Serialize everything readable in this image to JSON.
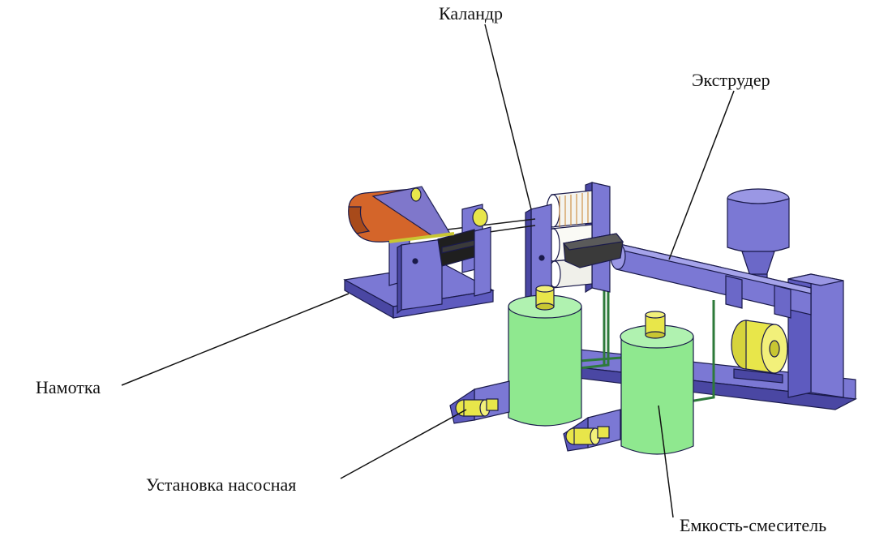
{
  "labels": {
    "calender": "Каландр",
    "extruder": "Экструдер",
    "winding": "Намотка",
    "pump_unit": "Установка насосная",
    "mixing_tank": "Емкость-смеситель"
  },
  "colors": {
    "frame": "#7b78d4",
    "frame_dark": "#4a47a3",
    "tank": "#8fe88f",
    "motor": "#e8e64a",
    "belt": "#d4652a",
    "die": "#3a3a3a",
    "roller": "#f4f4ef",
    "outline": "#1a1a4a"
  }
}
